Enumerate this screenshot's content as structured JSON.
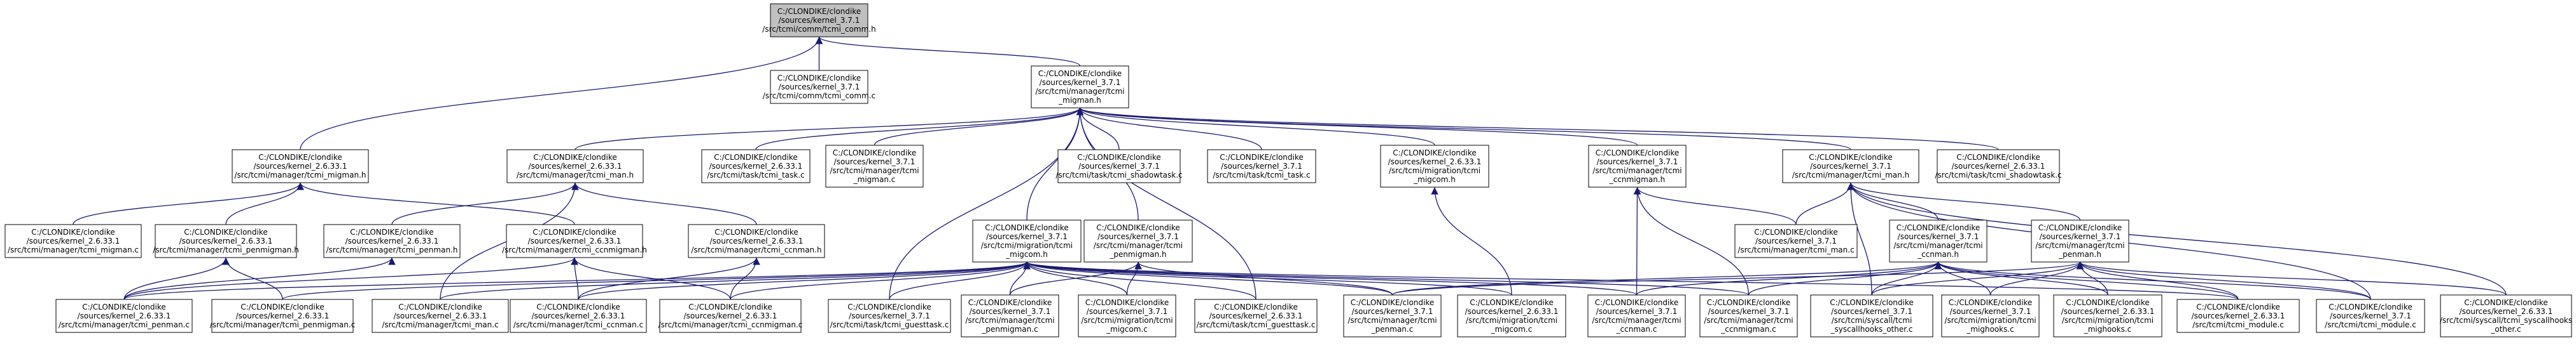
{
  "colors": {
    "root_fill": "#bfbfbf",
    "node_fill": "#ffffff",
    "border": "#000000",
    "edge": "#191970"
  },
  "nodes": [
    {
      "id": "root",
      "lines": [
        "C:/CLONDIKE/clondike",
        "/sources/kernel_3.7.1",
        "/src/tcmi/comm/tcmi_comm.h"
      ],
      "root": true
    },
    {
      "id": "comm_c",
      "lines": [
        "C:/CLONDIKE/clondike",
        "/sources/kernel_3.7.1",
        "/src/tcmi/comm/tcmi_comm.c"
      ]
    },
    {
      "id": "migman_h_371",
      "lines": [
        "C:/CLONDIKE/clondike",
        "/sources/kernel_3.7.1",
        "/src/tcmi/manager/tcmi",
        "_migman.h"
      ]
    },
    {
      "id": "migman_h_2633",
      "lines": [
        "C:/CLONDIKE/clondike",
        "/sources/kernel_2.6.33.1",
        "/src/tcmi/manager/tcmi_migman.h"
      ]
    },
    {
      "id": "man_h_2633",
      "lines": [
        "C:/CLONDIKE/clondike",
        "/sources/kernel_2.6.33.1",
        "/src/tcmi/manager/tcmi_man.h"
      ]
    },
    {
      "id": "task_c_2633",
      "lines": [
        "C:/CLONDIKE/clondike",
        "/sources/kernel_2.6.33.1",
        "/src/tcmi/task/tcmi_task.c"
      ]
    },
    {
      "id": "migman_c_371",
      "lines": [
        "C:/CLONDIKE/clondike",
        "/sources/kernel_3.7.1",
        "/src/tcmi/manager/tcmi",
        "_migman.c"
      ]
    },
    {
      "id": "shadowtask_c_371",
      "lines": [
        "C:/CLONDIKE/clondike",
        "/sources/kernel_3.7.1",
        "/src/tcmi/task/tcmi_shadowtask.c"
      ]
    },
    {
      "id": "task_c_371",
      "lines": [
        "C:/CLONDIKE/clondike",
        "/sources/kernel_3.7.1",
        "/src/tcmi/task/tcmi_task.c"
      ]
    },
    {
      "id": "migcom_h_2633",
      "lines": [
        "C:/CLONDIKE/clondike",
        "/sources/kernel_2.6.33.1",
        "/src/tcmi/migration/tcmi",
        "_migcom.h"
      ]
    },
    {
      "id": "ccnmigman_h_371",
      "lines": [
        "C:/CLONDIKE/clondike",
        "/sources/kernel_3.7.1",
        "/src/tcmi/manager/tcmi",
        "_ccnmigman.h"
      ]
    },
    {
      "id": "man_h_371",
      "lines": [
        "C:/CLONDIKE/clondike",
        "/sources/kernel_3.7.1",
        "/src/tcmi/manager/tcmi_man.h"
      ]
    },
    {
      "id": "shadowtask_c_2633",
      "lines": [
        "C:/CLONDIKE/clondike",
        "/sources/kernel_2.6.33.1",
        "/src/tcmi/task/tcmi_shadowtask.c"
      ]
    },
    {
      "id": "migman_c_2633",
      "lines": [
        "C:/CLONDIKE/clondike",
        "/sources/kernel_2.6.33.1",
        "/src/tcmi/manager/tcmi_migman.c"
      ]
    },
    {
      "id": "penmigman_h_2633",
      "lines": [
        "C:/CLONDIKE/clondike",
        "/sources/kernel_2.6.33.1",
        "/src/tcmi/manager/tcmi_penmigman.h"
      ]
    },
    {
      "id": "penman_h_2633",
      "lines": [
        "C:/CLONDIKE/clondike",
        "/sources/kernel_2.6.33.1",
        "/src/tcmi/manager/tcmi_penman.h"
      ]
    },
    {
      "id": "ccnmigman_h_2633",
      "lines": [
        "C:/CLONDIKE/clondike",
        "/sources/kernel_2.6.33.1",
        "/src/tcmi/manager/tcmi_ccnmigman.h"
      ]
    },
    {
      "id": "ccnman_h_2633",
      "lines": [
        "C:/CLONDIKE/clondike",
        "/sources/kernel_2.6.33.1",
        "/src/tcmi/manager/tcmi_ccnman.h"
      ]
    },
    {
      "id": "migcom_h_371",
      "lines": [
        "C:/CLONDIKE/clondike",
        "/sources/kernel_3.7.1",
        "/src/tcmi/migration/tcmi",
        "_migcom.h"
      ]
    },
    {
      "id": "penmigman_h_371",
      "lines": [
        "C:/CLONDIKE/clondike",
        "/sources/kernel_3.7.1",
        "/src/tcmi/manager/tcmi",
        "_penmigman.h"
      ]
    },
    {
      "id": "man_c_371",
      "lines": [
        "C:/CLONDIKE/clondike",
        "/sources/kernel_3.7.1",
        "/src/tcmi/manager/tcmi_man.c"
      ]
    },
    {
      "id": "ccnman_h_371",
      "lines": [
        "C:/CLONDIKE/clondike",
        "/sources/kernel_3.7.1",
        "/src/tcmi/manager/tcmi",
        "_ccnman.h"
      ]
    },
    {
      "id": "penman_h_371",
      "lines": [
        "C:/CLONDIKE/clondike",
        "/sources/kernel_3.7.1",
        "/src/tcmi/manager/tcmi",
        "_penman.h"
      ]
    },
    {
      "id": "penman_c_2633",
      "lines": [
        "C:/CLONDIKE/clondike",
        "/sources/kernel_2.6.33.1",
        "/src/tcmi/manager/tcmi_penman.c"
      ]
    },
    {
      "id": "penmigman_c_2633",
      "lines": [
        "C:/CLONDIKE/clondike",
        "/sources/kernel_2.6.33.1",
        "/src/tcmi/manager/tcmi_penmigman.c"
      ]
    },
    {
      "id": "man_c_2633",
      "lines": [
        "C:/CLONDIKE/clondike",
        "/sources/kernel_2.6.33.1",
        "/src/tcmi/manager/tcmi_man.c"
      ]
    },
    {
      "id": "ccnman_c_2633",
      "lines": [
        "C:/CLONDIKE/clondike",
        "/sources/kernel_2.6.33.1",
        "/src/tcmi/manager/tcmi_ccnman.c"
      ]
    },
    {
      "id": "ccnmigman_c_2633",
      "lines": [
        "C:/CLONDIKE/clondike",
        "/sources/kernel_2.6.33.1",
        "/src/tcmi/manager/tcmi_ccnmigman.c"
      ]
    },
    {
      "id": "guesttask_c_371",
      "lines": [
        "C:/CLONDIKE/clondike",
        "/sources/kernel_3.7.1",
        "/src/tcmi/task/tcmi_guesttask.c"
      ]
    },
    {
      "id": "penmigman_c_371",
      "lines": [
        "C:/CLONDIKE/clondike",
        "/sources/kernel_3.7.1",
        "/src/tcmi/manager/tcmi",
        "_penmigman.c"
      ]
    },
    {
      "id": "migcom_c_371",
      "lines": [
        "C:/CLONDIKE/clondike",
        "/sources/kernel_3.7.1",
        "/src/tcmi/migration/tcmi",
        "_migcom.c"
      ]
    },
    {
      "id": "guesttask_c_2633",
      "lines": [
        "C:/CLONDIKE/clondike",
        "/sources/kernel_2.6.33.1",
        "/src/tcmi/task/tcmi_guesttask.c"
      ]
    },
    {
      "id": "penman_c_371",
      "lines": [
        "C:/CLONDIKE/clondike",
        "/sources/kernel_3.7.1",
        "/src/tcmi/manager/tcmi",
        "_penman.c"
      ]
    },
    {
      "id": "migcom_c_2633",
      "lines": [
        "C:/CLONDIKE/clondike",
        "/sources/kernel_2.6.33.1",
        "/src/tcmi/migration/tcmi",
        "_migcom.c"
      ]
    },
    {
      "id": "ccnman_c_371",
      "lines": [
        "C:/CLONDIKE/clondike",
        "/sources/kernel_3.7.1",
        "/src/tcmi/manager/tcmi",
        "_ccnman.c"
      ]
    },
    {
      "id": "ccnmigman_c_371",
      "lines": [
        "C:/CLONDIKE/clondike",
        "/sources/kernel_3.7.1",
        "/src/tcmi/manager/tcmi",
        "_ccnmigman.c"
      ]
    },
    {
      "id": "syscallhooks_other_c_371",
      "lines": [
        "C:/CLONDIKE/clondike",
        "/sources/kernel_3.7.1",
        "/src/tcmi/syscall/tcmi",
        "_syscallhooks_other.c"
      ]
    },
    {
      "id": "mighooks_c_371",
      "lines": [
        "C:/CLONDIKE/clondike",
        "/sources/kernel_3.7.1",
        "/src/tcmi/migration/tcmi",
        "_mighooks.c"
      ]
    },
    {
      "id": "mighooks_c_2633",
      "lines": [
        "C:/CLONDIKE/clondike",
        "/sources/kernel_2.6.33.1",
        "/src/tcmi/migration/tcmi",
        "_mighooks.c"
      ]
    },
    {
      "id": "module_c_2633",
      "lines": [
        "C:/CLONDIKE/clondike",
        "/sources/kernel_2.6.33.1",
        "/src/tcmi/tcmi_module.c"
      ]
    },
    {
      "id": "module_c_371",
      "lines": [
        "C:/CLONDIKE/clondike",
        "/sources/kernel_3.7.1",
        "/src/tcmi/tcmi_module.c"
      ]
    },
    {
      "id": "syscallhooks_other_c_2633",
      "lines": [
        "C:/CLONDIKE/clondike",
        "/sources/kernel_2.6.33.1",
        "/src/tcmi/syscall/tcmi_syscallhooks",
        "_other.c"
      ]
    }
  ],
  "edges": [
    [
      "root",
      "comm_c"
    ],
    [
      "root",
      "migman_h_371"
    ],
    [
      "root",
      "migman_h_2633"
    ],
    [
      "migman_h_371",
      "man_h_2633"
    ],
    [
      "migman_h_371",
      "task_c_2633"
    ],
    [
      "migman_h_371",
      "migman_c_371"
    ],
    [
      "migman_h_371",
      "shadowtask_c_371"
    ],
    [
      "migman_h_371",
      "task_c_371"
    ],
    [
      "migman_h_371",
      "migcom_h_2633"
    ],
    [
      "migman_h_371",
      "ccnmigman_h_371"
    ],
    [
      "migman_h_371",
      "man_h_371"
    ],
    [
      "migman_h_371",
      "shadowtask_c_2633"
    ],
    [
      "migman_h_371",
      "migcom_h_371"
    ],
    [
      "migman_h_371",
      "penmigman_h_371"
    ],
    [
      "migman_h_371",
      "guesttask_c_371"
    ],
    [
      "migman_h_371",
      "guesttask_c_2633"
    ],
    [
      "migman_h_2633",
      "migman_c_2633"
    ],
    [
      "migman_h_2633",
      "penmigman_h_2633"
    ],
    [
      "migman_h_2633",
      "ccnmigman_h_2633"
    ],
    [
      "man_h_2633",
      "penman_h_2633"
    ],
    [
      "man_h_2633",
      "ccnman_h_2633"
    ],
    [
      "man_h_2633",
      "man_c_2633"
    ],
    [
      "penmigman_h_2633",
      "penman_c_2633"
    ],
    [
      "penmigman_h_2633",
      "penmigman_c_2633"
    ],
    [
      "penman_h_2633",
      "penman_c_2633"
    ],
    [
      "ccnmigman_h_2633",
      "ccnman_c_2633"
    ],
    [
      "ccnmigman_h_2633",
      "ccnmigman_c_2633"
    ],
    [
      "ccnmigman_h_2633",
      "penman_c_2633"
    ],
    [
      "ccnman_h_2633",
      "ccnman_c_2633"
    ],
    [
      "ccnman_h_2633",
      "ccnmigman_c_2633"
    ],
    [
      "migcom_h_371",
      "penman_c_2633"
    ],
    [
      "migcom_h_371",
      "penmigman_c_2633"
    ],
    [
      "migcom_h_371",
      "man_c_2633"
    ],
    [
      "migcom_h_371",
      "ccnman_c_2633"
    ],
    [
      "migcom_h_371",
      "ccnmigman_c_2633"
    ],
    [
      "migcom_h_371",
      "guesttask_c_371"
    ],
    [
      "migcom_h_371",
      "penmigman_c_371"
    ],
    [
      "migcom_h_371",
      "migcom_c_371"
    ],
    [
      "migcom_h_371",
      "guesttask_c_2633"
    ],
    [
      "migcom_h_371",
      "penman_c_371"
    ],
    [
      "migcom_h_371",
      "migcom_c_2633"
    ],
    [
      "migcom_h_371",
      "ccnman_c_371"
    ],
    [
      "migcom_h_371",
      "ccnmigman_c_371"
    ],
    [
      "migcom_h_371",
      "module_c_2633"
    ],
    [
      "penmigman_h_371",
      "penmigman_c_371"
    ],
    [
      "penmigman_h_371",
      "migcom_c_371"
    ],
    [
      "penmigman_h_371",
      "penman_c_371"
    ],
    [
      "migcom_h_2633",
      "migcom_c_2633"
    ],
    [
      "ccnmigman_h_371",
      "man_c_371"
    ],
    [
      "ccnmigman_h_371",
      "ccnman_c_371"
    ],
    [
      "ccnmigman_h_371",
      "ccnmigman_c_371"
    ],
    [
      "man_h_371",
      "man_c_371"
    ],
    [
      "man_h_371",
      "ccnman_h_371"
    ],
    [
      "man_h_371",
      "penman_h_371"
    ],
    [
      "man_h_371",
      "syscallhooks_other_c_371"
    ],
    [
      "man_h_371",
      "module_c_371"
    ],
    [
      "man_h_371",
      "syscallhooks_other_c_2633"
    ],
    [
      "ccnman_h_371",
      "ccnman_c_371"
    ],
    [
      "ccnman_h_371",
      "ccnmigman_c_371"
    ],
    [
      "ccnman_h_371",
      "syscallhooks_other_c_371"
    ],
    [
      "ccnman_h_371",
      "mighooks_c_371"
    ],
    [
      "ccnman_h_371",
      "mighooks_c_2633"
    ],
    [
      "ccnman_h_371",
      "module_c_2633"
    ],
    [
      "ccnman_h_371",
      "module_c_371"
    ],
    [
      "ccnman_h_371",
      "penman_c_371"
    ],
    [
      "penman_h_371",
      "syscallhooks_other_c_371"
    ],
    [
      "penman_h_371",
      "mighooks_c_371"
    ],
    [
      "penman_h_371",
      "mighooks_c_2633"
    ],
    [
      "penman_h_371",
      "module_c_2633"
    ],
    [
      "penman_h_371",
      "module_c_371"
    ],
    [
      "penman_h_371",
      "syscallhooks_other_c_2633"
    ],
    [
      "penman_h_371",
      "penman_c_371"
    ]
  ]
}
